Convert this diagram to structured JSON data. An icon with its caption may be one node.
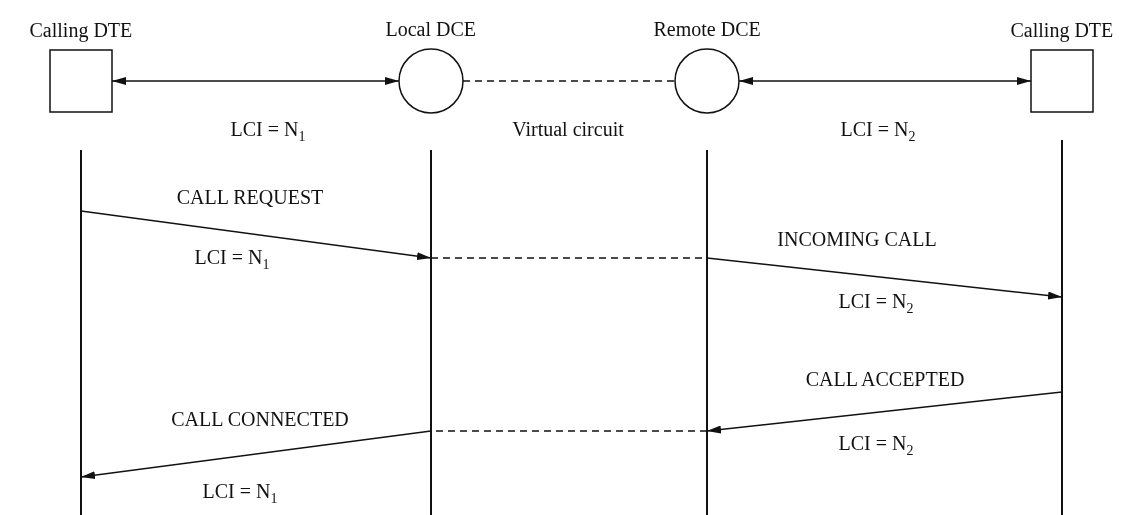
{
  "diagram": {
    "nodes": [
      {
        "text": [
          "Calling DTE"
        ]
      },
      {
        "text": [
          "Local DCE"
        ]
      },
      {
        "text": [
          "Remote DCE"
        ]
      },
      {
        "text": [
          "Calling DTE"
        ]
      },
      {
        "text": [],
        "shape": "bar"
      },
      {
        "text": [],
        "shape": "bar"
      },
      {
        "text": [],
        "shape": "bar"
      },
      {
        "text": [],
        "shape": "bar"
      }
    ],
    "edges": [
      {
        "from": 0,
        "to": 1,
        "arrow": "both",
        "label": "LCI = N$_{1}$"
      },
      {
        "from": 1,
        "to": 2,
        "arrow": "none",
        "style": "dashed",
        "label": "Virtual circuit"
      },
      {
        "from": 2,
        "to": 3,
        "arrow": "both",
        "label": "LCI = N$_{2}$"
      },
      {
        "from": 4,
        "to": 5,
        "arrow": "to",
        "label": "CALL REQUEST"
      },
      {
        "from": 5,
        "to": 6,
        "arrow": "none",
        "style": "dashed"
      },
      {
        "from": 6,
        "to": 7,
        "arrow": "to",
        "label": "INCOMING CALL"
      },
      {
        "from": 7,
        "to": 6,
        "arrow": "to",
        "label": "CALL ACCEPTED"
      },
      {
        "from": 6,
        "to": 5,
        "arrow": "none",
        "style": "dashed"
      },
      {
        "from": 5,
        "to": 4,
        "arrow": "to",
        "label": "CALL CONNECTED"
      }
    ],
    "labels": [
      "LCI = N$_{1}$",
      "LCI = N$_{2}$",
      "LCI = N$_{2}$",
      "LCI = N$_{1}$"
    ]
  }
}
